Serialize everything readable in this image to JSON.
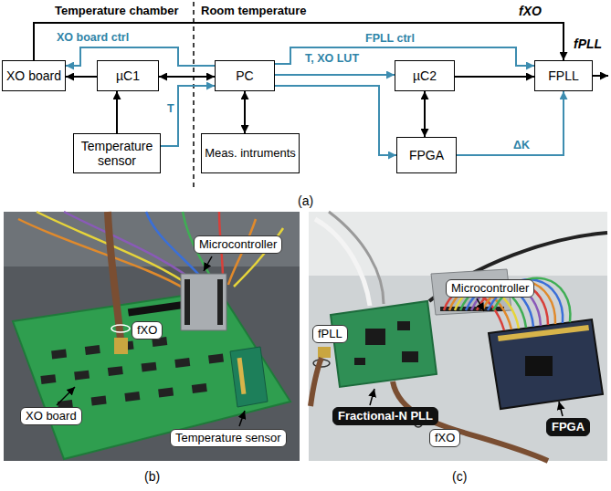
{
  "diagram": {
    "nodes": [
      {
        "text": [
          "XO board"
        ]
      },
      {
        "text": [
          "µC1"
        ]
      },
      {
        "text": [
          "Temperature sensor"
        ]
      },
      {
        "text": [
          "PC"
        ]
      },
      {
        "text": [
          "Meas. intruments"
        ]
      },
      {
        "text": [
          "µC2"
        ]
      },
      {
        "text": [
          "FPGA"
        ]
      },
      {
        "text": [
          "FPLL"
        ]
      }
    ],
    "edges": [
      {
        "from": 1,
        "to": 0,
        "arrow": "to"
      },
      {
        "from": 3,
        "to": 0,
        "label": "XO board ctrl",
        "arrow": "to"
      },
      {
        "from": 1,
        "to": 3,
        "arrow": "both"
      },
      {
        "from": 2,
        "to": 1,
        "arrow": "to"
      },
      {
        "from": 2,
        "to": 3,
        "label": "T",
        "arrow": "to"
      },
      {
        "from": 3,
        "to": 4,
        "arrow": "both"
      },
      {
        "from": 3,
        "to": 7,
        "label": "FPLL ctrl",
        "arrow": "to"
      },
      {
        "from": 3,
        "to": 5,
        "label": "T, XO LUT",
        "arrow": "to"
      },
      {
        "from": 3,
        "to": 6,
        "arrow": "to"
      },
      {
        "from": 5,
        "to": 6,
        "arrow": "both"
      },
      {
        "from": 5,
        "to": 7,
        "arrow": "to"
      },
      {
        "from": 6,
        "to": 7,
        "label": "ΔK",
        "arrow": "to"
      },
      {
        "from": 0,
        "to": 7,
        "label": "fXO",
        "arrow": "to"
      }
    ],
    "labels": [
      "Temperature chamber",
      "Room temperature",
      "fPLL",
      "(a)",
      "Microcontroller",
      "fXO",
      "XO board",
      "Temperature sensor",
      "(b)",
      "fPLL",
      "Microcontroller",
      "Fractional-N PLL",
      "fXO",
      "FPGA",
      "(c)"
    ]
  }
}
